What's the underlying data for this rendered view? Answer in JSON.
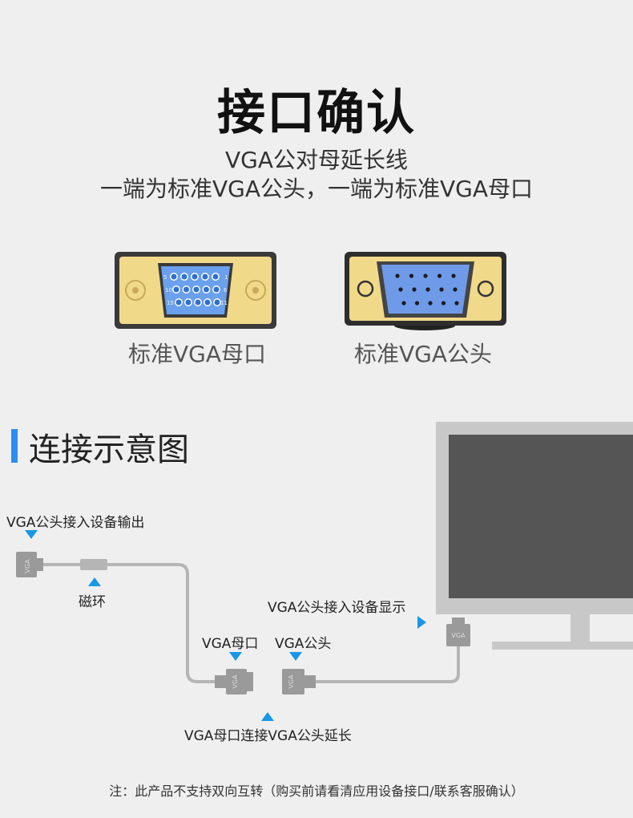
{
  "header": {
    "title": "接口确认",
    "subtitle_line1": "VGA公对母延长线",
    "subtitle_line2": "一端为标准VGA公头，一端为标准VGA母口"
  },
  "connectors": {
    "female_label": "标准VGA母口",
    "male_label": "标准VGA公头",
    "female_pin_numbers": [
      "5",
      "1",
      "10",
      "6",
      "15",
      "11"
    ]
  },
  "section": {
    "title": "连接示意图"
  },
  "diagram": {
    "label_output": "VGA公头接入设备输出",
    "label_core": "磁环",
    "label_display": "VGA公头接入设备显示",
    "label_female": "VGA母口",
    "label_male": "VGA公头",
    "label_extension": "VGA母口连接VGA公头延长",
    "plug_text": "VGA"
  },
  "footer": {
    "note": "注：此产品不支持双向互转（购买前请看清应用设备接口/联系客服确认）"
  },
  "colors": {
    "accent": "#2b8ef2",
    "gold": "#f1d98a",
    "pin_panel": "#6aa0ec",
    "monitor_frame": "#c8c8c8",
    "monitor_screen": "#555555"
  }
}
